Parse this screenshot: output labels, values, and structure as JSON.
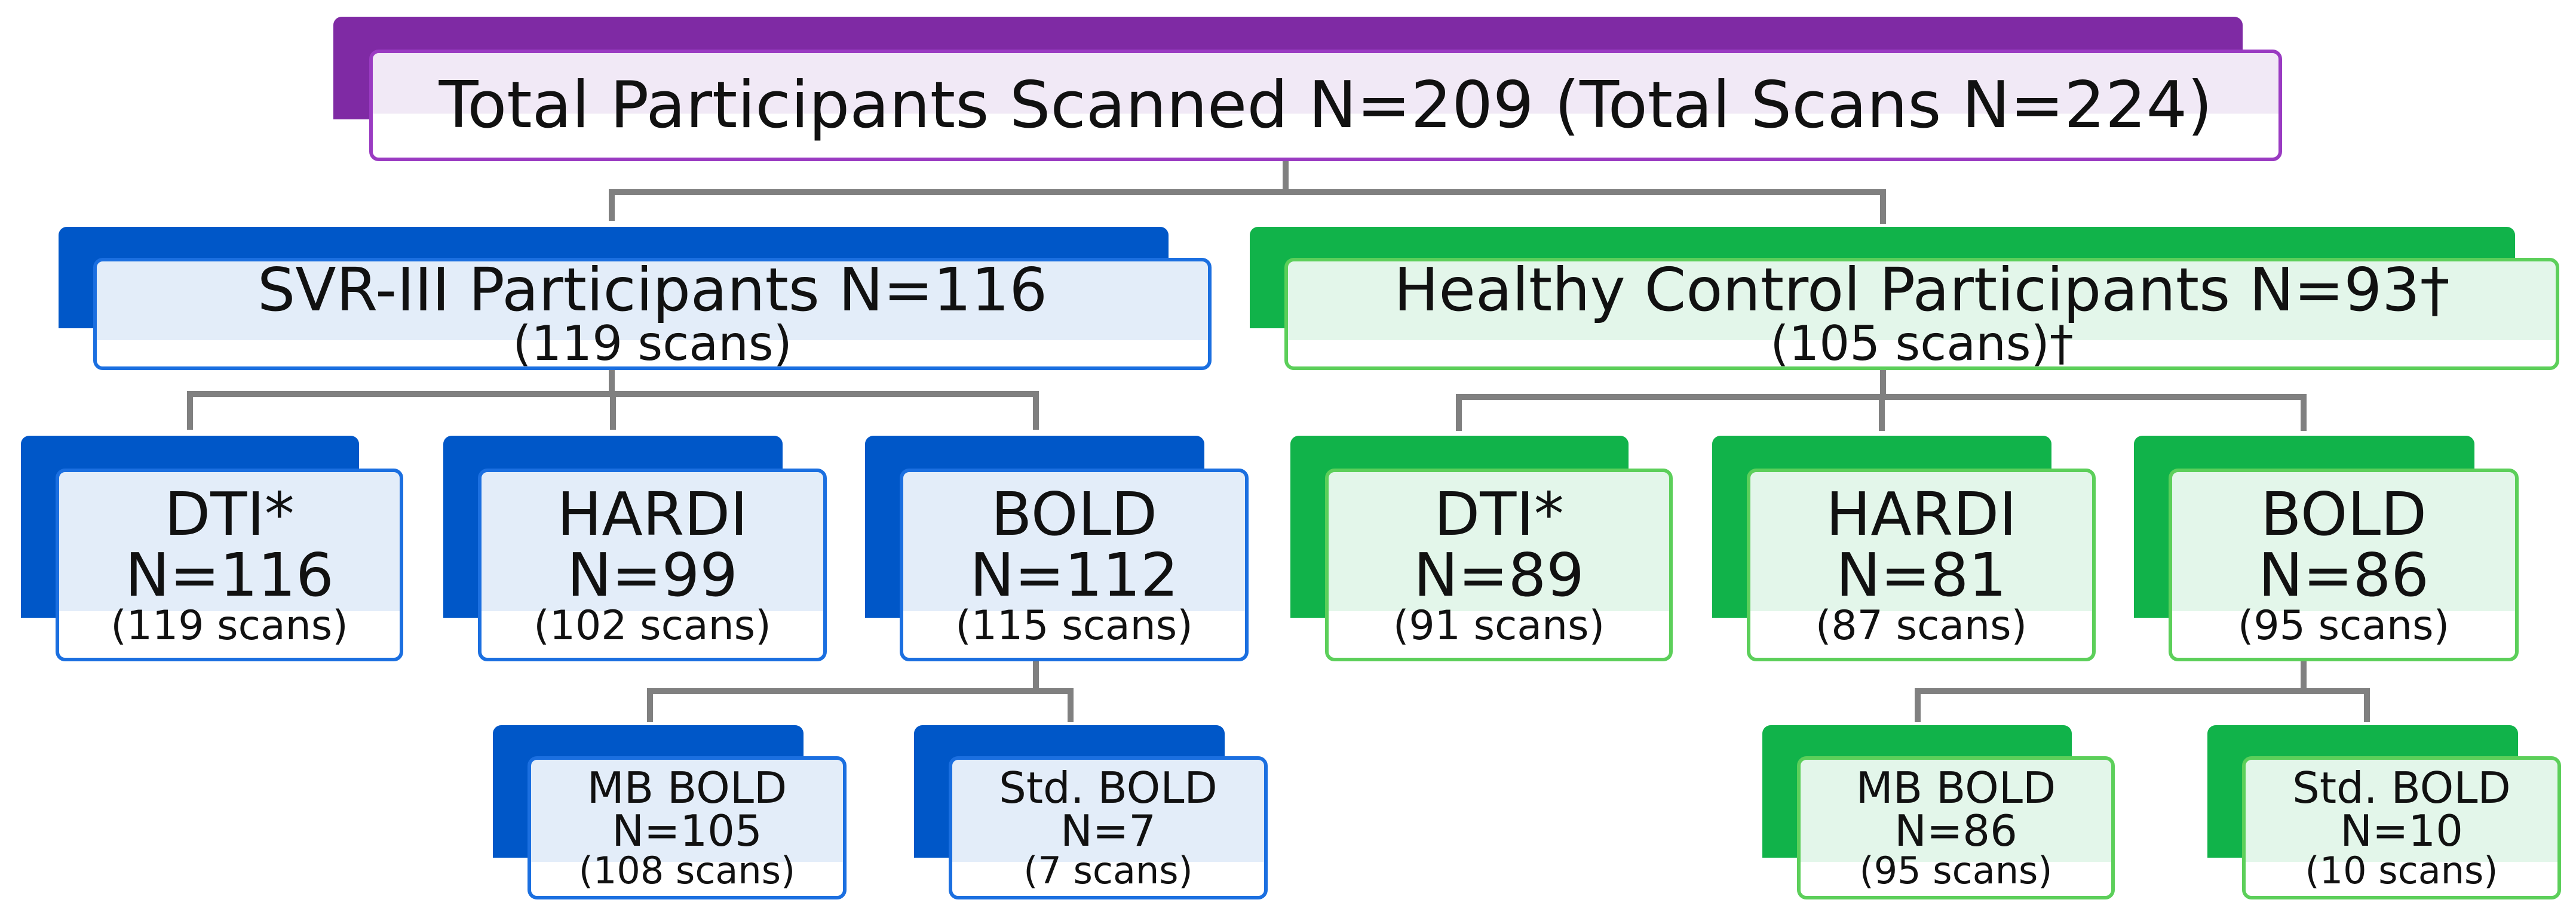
{
  "root": {
    "title": "Total Participants Scanned N=209 (Total Scans N=224)"
  },
  "svr": {
    "title": "SVR-III Participants N=116",
    "scans": "(119 scans)"
  },
  "hc": {
    "title": "Healthy Control Participants N=93†",
    "scans": "(105 scans)†"
  },
  "svr_modalities": [
    {
      "name": "DTI*",
      "n": "N=116",
      "scans": "(119 scans)"
    },
    {
      "name": "HARDI",
      "n": "N=99",
      "scans": "(102 scans)"
    },
    {
      "name": "BOLD",
      "n": "N=112",
      "scans": "(115 scans)"
    }
  ],
  "hc_modalities": [
    {
      "name": "DTI*",
      "n": "N=89",
      "scans": "(91 scans)"
    },
    {
      "name": "HARDI",
      "n": "N=81",
      "scans": "(87 scans)"
    },
    {
      "name": "BOLD",
      "n": "N=86",
      "scans": "(95 scans)"
    }
  ],
  "svr_bold": [
    {
      "name": "MB BOLD",
      "n": "N=105",
      "scans": "(108 scans)"
    },
    {
      "name": "Std. BOLD",
      "n": "N=7",
      "scans": "(7 scans)"
    }
  ],
  "hc_bold": [
    {
      "name": "MB BOLD",
      "n": "N=86",
      "scans": "(95 scans)"
    },
    {
      "name": "Std. BOLD",
      "n": "N=10",
      "scans": "(10 scans)"
    }
  ],
  "colors": {
    "purple": "#7f2aa4",
    "blue": "#0057c8",
    "green": "#11b34a",
    "connector": "#808080"
  }
}
